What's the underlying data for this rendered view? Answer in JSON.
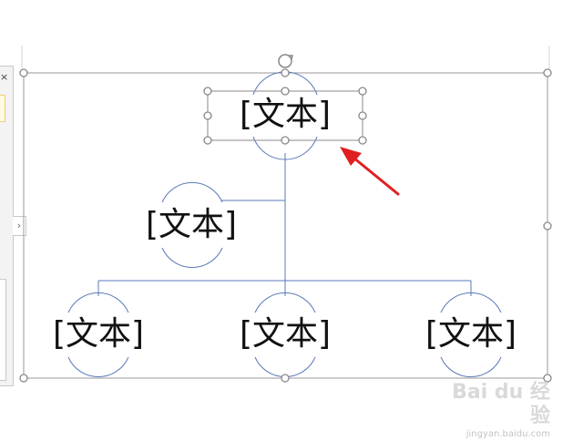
{
  "nodes": [
    {
      "label": "[文本]"
    },
    {
      "label": "[文本]"
    },
    {
      "label": "[文本]"
    },
    {
      "label": "[文本]"
    },
    {
      "label": "[文本]"
    }
  ],
  "task_pane": {
    "close_glyph": "×",
    "expand_glyph": "›"
  },
  "watermark": {
    "brand": "Bai du 经验",
    "url": "jingyan.baidu.com"
  },
  "colors": {
    "connector": "#5a7ab8",
    "arrow": "#e02020",
    "handle": "#888888",
    "frame": "#9a9a9a"
  }
}
